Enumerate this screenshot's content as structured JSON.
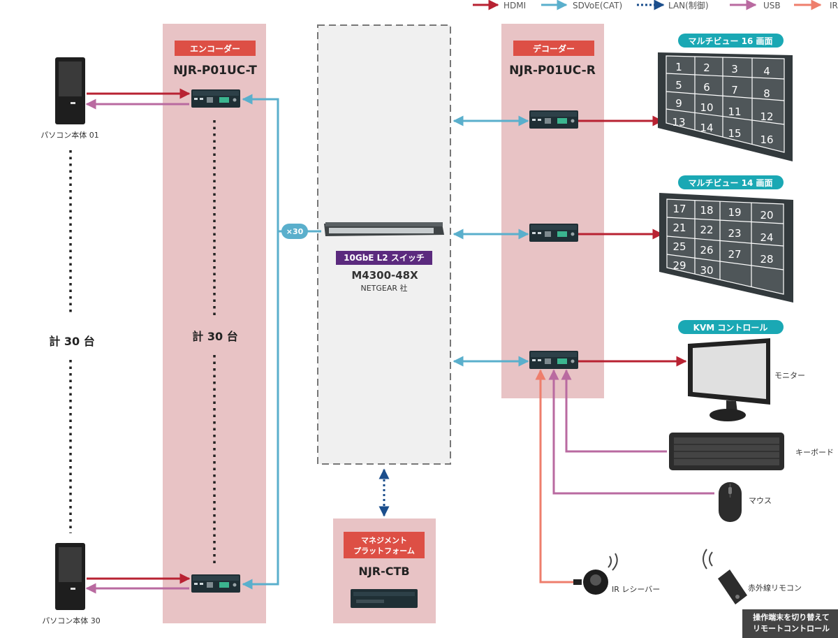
{
  "legend": {
    "items": [
      {
        "label": "HDMI",
        "color": "#b82232"
      },
      {
        "label": "SDVoE(CAT)",
        "color": "#5aafcc"
      },
      {
        "label": "LAN(制御)",
        "color": "#1b4e8c"
      },
      {
        "label": "USB",
        "color": "#b96aa0"
      },
      {
        "label": "IR",
        "color": "#ee7e6c"
      }
    ]
  },
  "encoder": {
    "badge": "エンコーダー",
    "model": "NJR-P01UC-T",
    "count": "計 30 台"
  },
  "decoder": {
    "badge": "デコーダー",
    "model": "NJR-P01UC-R"
  },
  "pc": {
    "first": "パソコン本体 01",
    "last": "パソコン本体 30",
    "count": "計 30 台"
  },
  "switch": {
    "badge": "10GbE L2 スイッチ",
    "model": "M4300-48X",
    "maker": "NETGEAR 社",
    "multiplier": "×30"
  },
  "management": {
    "badge_line1": "マネジメント",
    "badge_line2": "プラットフォーム",
    "model": "NJR-CTB"
  },
  "multiview16": {
    "title": "マルチビュー 16 画面",
    "cells": [
      "1",
      "2",
      "3",
      "4",
      "5",
      "6",
      "7",
      "8",
      "9",
      "10",
      "11",
      "12",
      "13",
      "14",
      "15",
      "16"
    ]
  },
  "multiview14": {
    "title": "マルチビュー 14 画面",
    "cells": [
      "17",
      "18",
      "19",
      "20",
      "21",
      "22",
      "23",
      "24",
      "25",
      "26",
      "27",
      "28",
      "29",
      "30"
    ]
  },
  "kvm": {
    "title": "KVM コントロール",
    "monitor": "モニター",
    "keyboard": "キーボード",
    "mouse": "マウス",
    "ir_receiver": "IR レシーバー",
    "remote": "赤外線リモコン",
    "note_line1": "操作端末を切り替えて",
    "note_line2": "リモートコントロール"
  },
  "colors": {
    "zone_pink": "#e8c3c5",
    "badge_red": "#dd4f45",
    "badge_purple": "#5b2a7e",
    "badge_teal": "#1aa8b4",
    "switch_zone": "#f0f0f0"
  }
}
